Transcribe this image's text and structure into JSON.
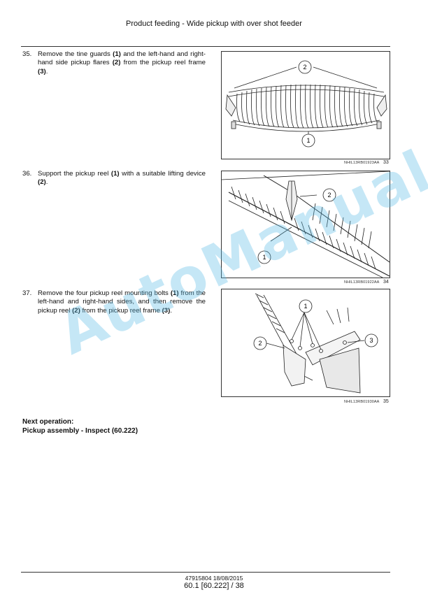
{
  "header": {
    "title": "Product feeding - Wide pickup with over shot feeder"
  },
  "steps": [
    {
      "number": "35.",
      "parts": [
        "Remove the tine guards ",
        "(1)",
        " and the left-hand and right-hand side pickup flares ",
        "(2)",
        " from the pickup reel frame ",
        "(3)",
        "."
      ]
    },
    {
      "number": "36.",
      "parts": [
        "Support the pickup reel ",
        "(1)",
        " with a suitable lifting device ",
        "(2)",
        "."
      ]
    },
    {
      "number": "37.",
      "parts": [
        "Remove the four pickup reel mounting bolts ",
        "(1)",
        " from the left-hand and right-hand sides, and then remove the pickup reel ",
        "(2)",
        " from the pickup reel frame ",
        "(3)",
        "."
      ]
    }
  ],
  "figures": [
    {
      "ref": "NHIL13RB01923AA",
      "number": "33",
      "callouts": [
        "2",
        "1"
      ]
    },
    {
      "ref": "NHIL13RB01922AA",
      "number": "34",
      "callouts": [
        "2",
        "1"
      ]
    },
    {
      "ref": "NHIL13RB01930AA",
      "number": "35",
      "callouts": [
        "1",
        "2",
        "3"
      ]
    }
  ],
  "next_operation": {
    "label": "Next operation:",
    "link": "Pickup assembly - Inspect (60.222)"
  },
  "footer": {
    "doc_id": "47915804 18/08/2015",
    "page": "60.1 [60.222] / 38"
  },
  "watermark": {
    "text": "AutoManual",
    "color": "#5ab9e6"
  }
}
